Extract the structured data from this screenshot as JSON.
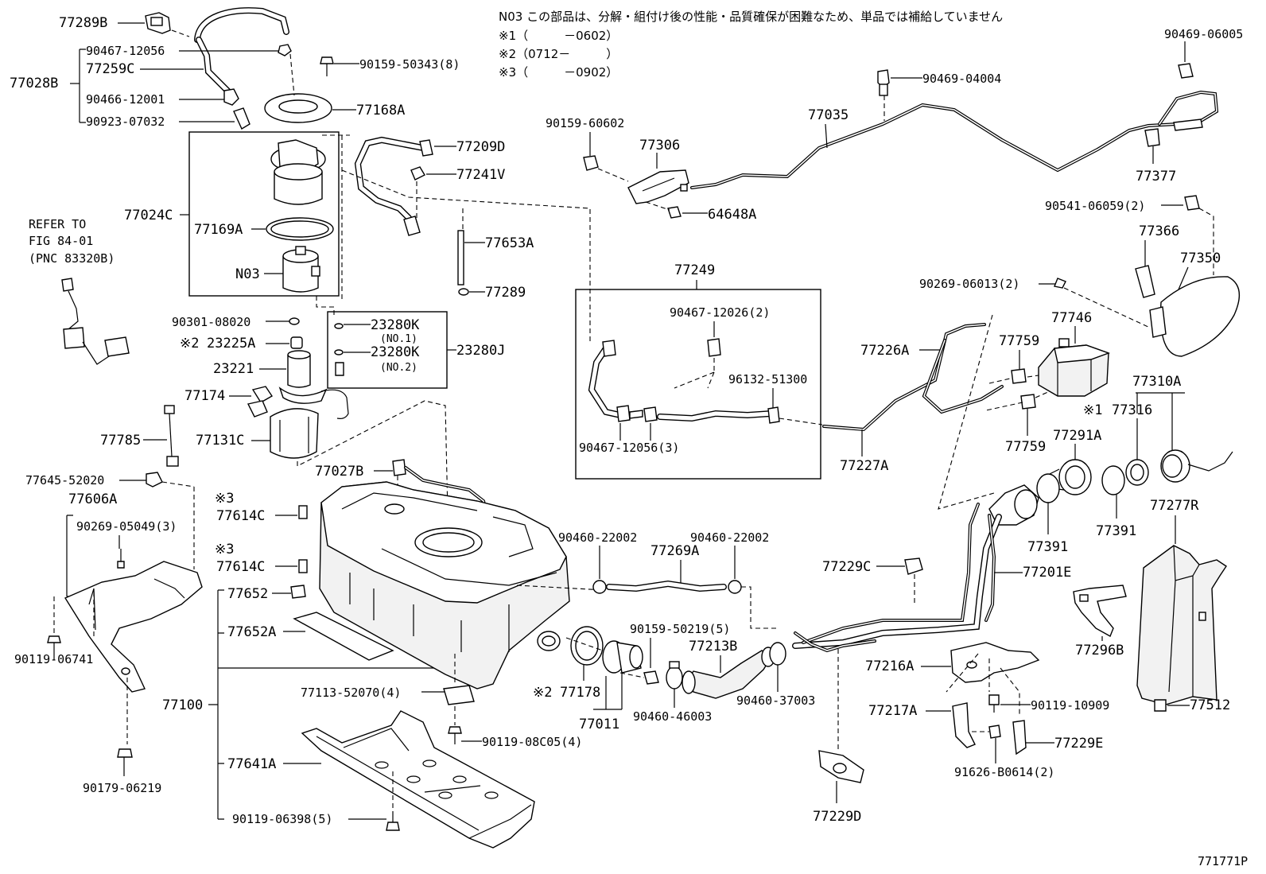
{
  "notes": {
    "n03": "N03 この部品は、分解・組付け後の性能・品質確保が困難なため、単品では補給していません",
    "k1": "※1（　　　－0602）",
    "k2": "※2（0712－　　　）",
    "k3": "※3（　　　－0902）"
  },
  "refer": {
    "line1": "REFER TO",
    "line2": "FIG 84-01",
    "line3": "(PNC 83320B)"
  },
  "figure_id": "771771P",
  "labels": {
    "p77289B": "77289B",
    "p90467_12056": "90467-12056",
    "p77259C": "77259C",
    "p77028B": "77028B",
    "p90466_12001": "90466-12001",
    "p90923_07032": "90923-07032",
    "p90159_50343": "90159-50343(8)",
    "p77168A": "77168A",
    "p77209D": "77209D",
    "p77241V": "77241V",
    "p77024C": "77024C",
    "p77169A": "77169A",
    "p77653A": "77653A",
    "pN03": "N03",
    "p77289": "77289",
    "p90301_08020": "90301-08020",
    "p23280K_1": "23280K",
    "no1": "(NO.1)",
    "k2mark": "※2",
    "p23225A": "23225A",
    "p23280J": "23280J",
    "p23280K_2": "23280K",
    "no2": "(NO.2)",
    "p23221": "23221",
    "p77174": "77174",
    "p77785": "77785",
    "p77131C": "77131C",
    "p77027B": "77027B",
    "p77645_52020": "77645-52020",
    "p77606A": "77606A",
    "p90269_05049": "90269-05049(3)",
    "k3mark_a": "※3",
    "p77614C_a": "77614C",
    "k3mark_b": "※3",
    "p77614C_b": "77614C",
    "p77652": "77652",
    "p77652A": "77652A",
    "p90119_06741": "90119-06741",
    "p77100": "77100",
    "p77113_52070": "77113-52070(4)",
    "p90119_08C05": "90119-08C05(4)",
    "p77641A": "77641A",
    "p90179_06219": "90179-06219",
    "p90119_06398": "90119-06398(5)",
    "p90159_60602": "90159-60602",
    "p77306": "77306",
    "p64648A": "64648A",
    "p77035": "77035",
    "p90469_04004": "90469-04004",
    "p90469_06005": "90469-06005",
    "p77377": "77377",
    "p90541_06059": "90541-06059(2)",
    "p77366": "77366",
    "p77350": "77350",
    "p90269_06013": "90269-06013(2)",
    "p77249": "77249",
    "p90467_12026": "90467-12026(2)",
    "p96132_51300": "96132-51300",
    "p90467_12056_3": "90467-12056(3)",
    "p77226A": "77226A",
    "p77759_a": "77759",
    "p77746": "77746",
    "p77227A": "77227A",
    "p77759_b": "77759",
    "p77291A": "77291A",
    "p77310A": "77310A",
    "k1mark": "※1",
    "p77316": "77316",
    "p90460_22002_a": "90460-22002",
    "p77269A": "77269A",
    "p90460_22002_b": "90460-22002",
    "p77391_a": "77391",
    "p77391_b": "77391",
    "p77277R": "77277R",
    "p77229C": "77229C",
    "p77201E": "77201E",
    "p90159_50219": "90159-50219(5)",
    "p77213B": "77213B",
    "k2mark_b": "※2",
    "p77178": "77178",
    "p77011": "77011",
    "p90460_46003": "90460-46003",
    "p90460_37003": "90460-37003",
    "p77216A": "77216A",
    "p77296B": "77296B",
    "p77217A": "77217A",
    "p90119_10909": "90119-10909",
    "p77512": "77512",
    "p77229E": "77229E",
    "p91626_B0614": "91626-B0614(2)",
    "p77229D": "77229D"
  }
}
